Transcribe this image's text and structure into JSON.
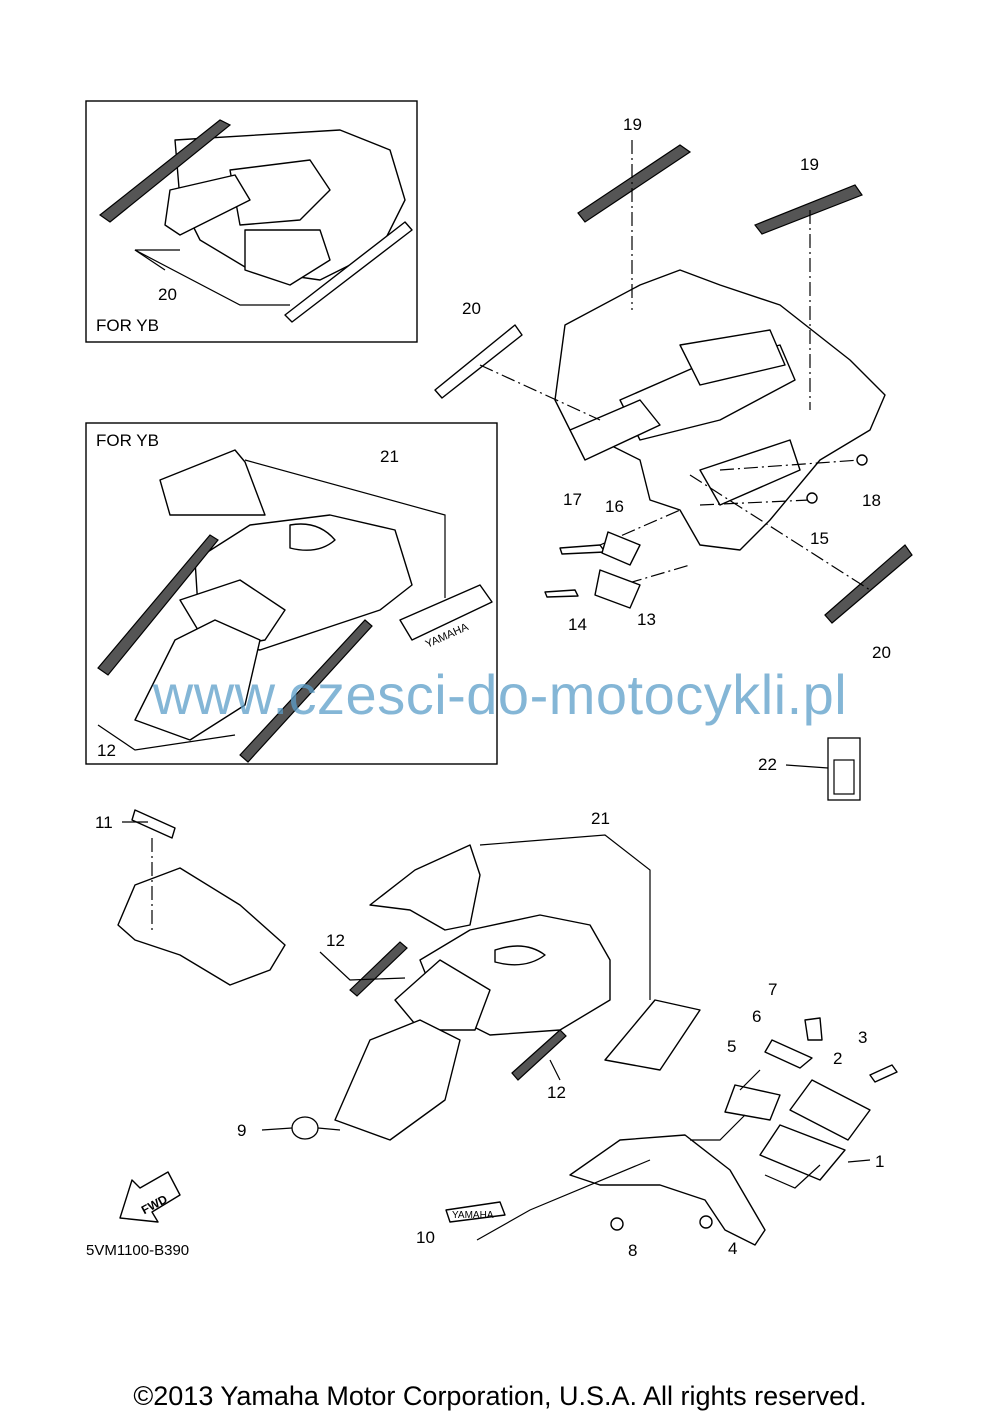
{
  "diagram": {
    "box_labels": {
      "box1": "FOR YB",
      "box2": "FOR YB"
    },
    "callouts": [
      "1",
      "2",
      "3",
      "4",
      "5",
      "6",
      "7",
      "8",
      "9",
      "10",
      "11",
      "12",
      "12",
      "12",
      "13",
      "14",
      "15",
      "16",
      "17",
      "18",
      "19",
      "19",
      "20",
      "20",
      "20",
      "21",
      "21",
      "22"
    ],
    "part_code": "5VM1100-B390",
    "decal_text": "YAMAHA",
    "fwd_text": "FWD"
  },
  "watermark": "www.czesci-do-motocykli.pl",
  "footer": {
    "copyright": "©2013 Yamaha Motor Corporation, U.S.A. All rights reserved."
  }
}
